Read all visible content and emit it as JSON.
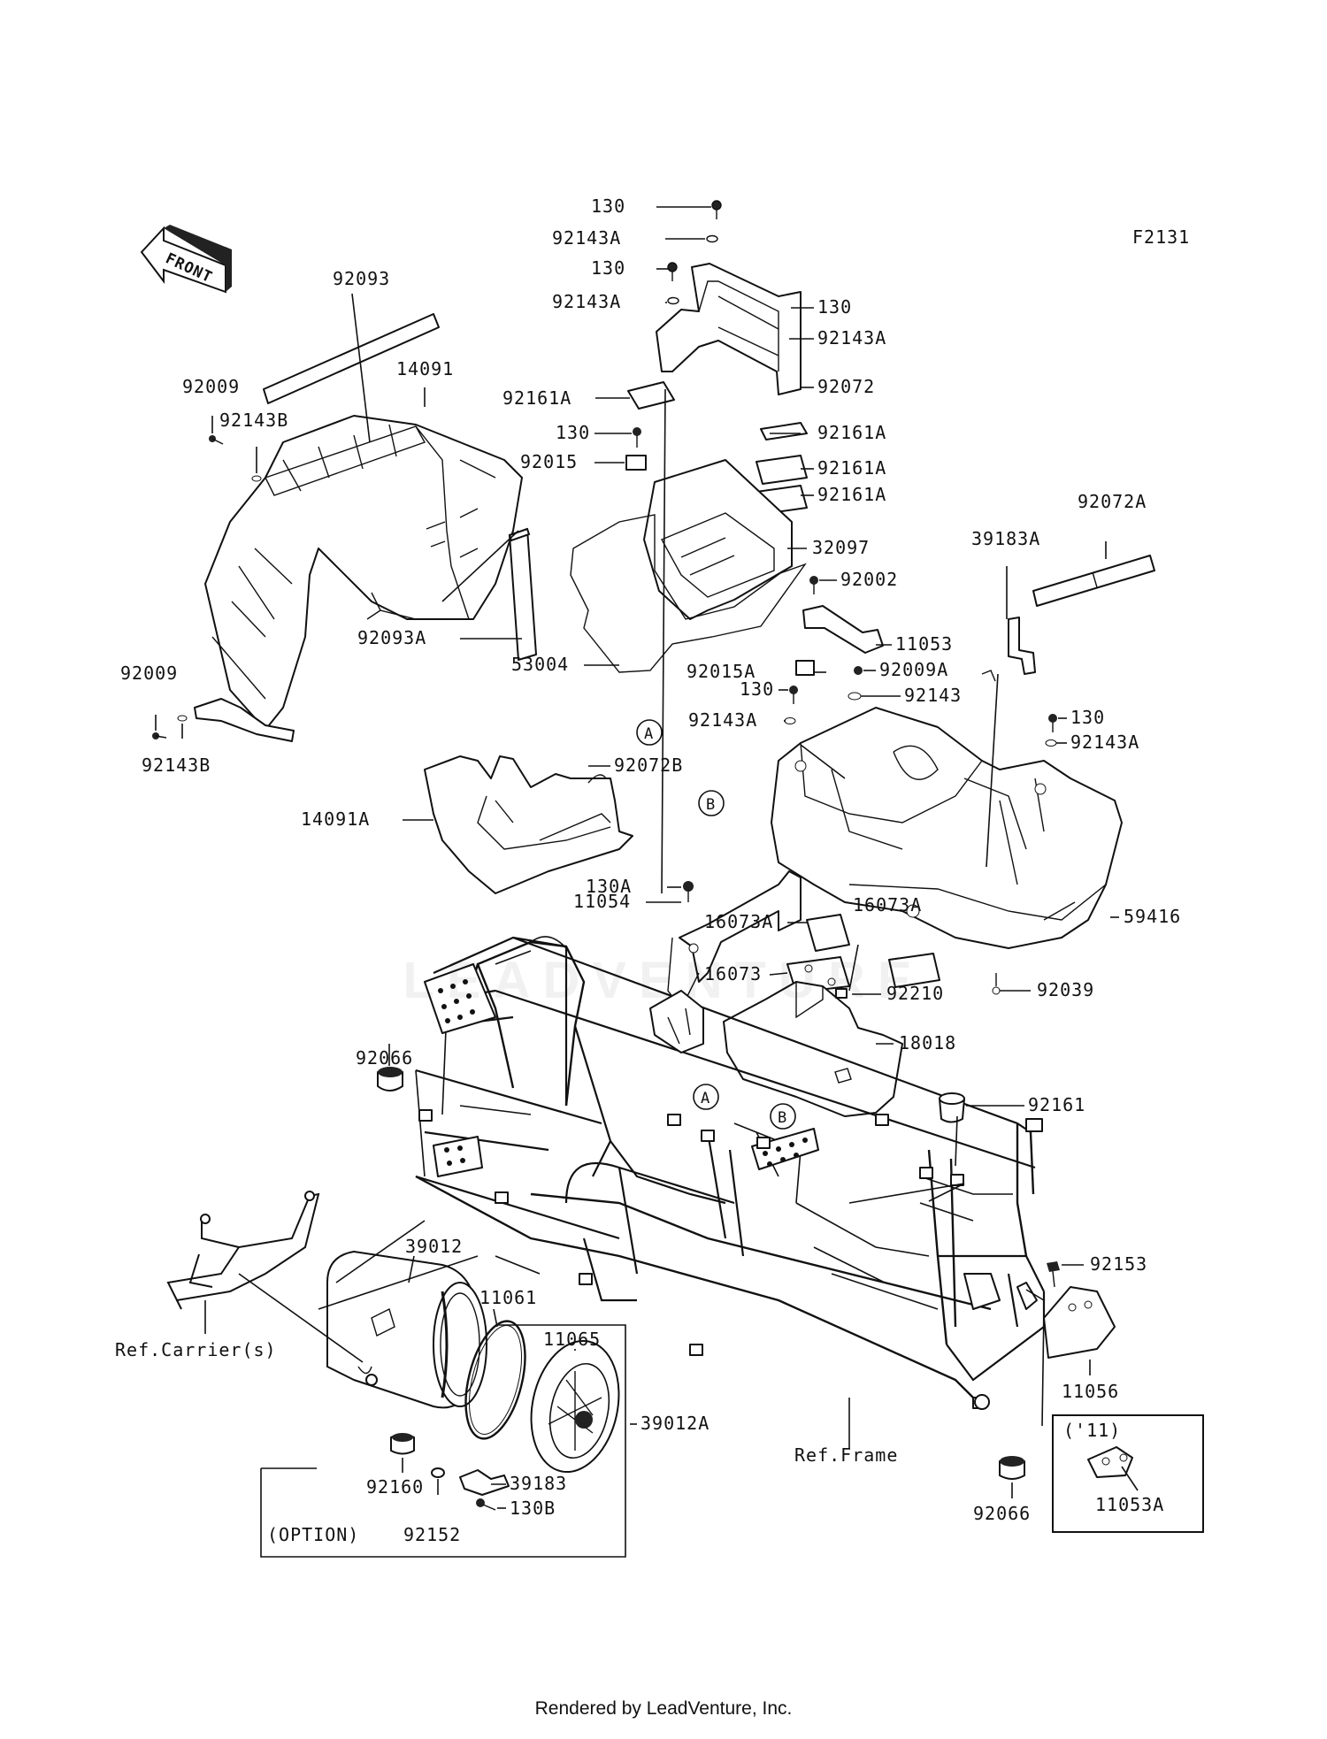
{
  "diagram": {
    "code": "F2131",
    "front_arrow": "FRONT",
    "watermark": "LEADVENTURE",
    "footer": "Rendered by LeadVenture, Inc.",
    "callouts": {
      "a_top": "A",
      "b_top": "B",
      "a_frame": "A",
      "b_frame": "B"
    },
    "labels": [
      "130",
      "92143A",
      "130",
      "92143A",
      "130",
      "92143A",
      "92072",
      "92161A",
      "130",
      "92161A",
      "92015",
      "92161A",
      "92161A",
      "32097",
      "53004",
      "92002",
      "11053",
      "92015A",
      "92009A",
      "130",
      "92143",
      "92143A",
      "130",
      "92143A",
      "92072A",
      "39183A",
      "92093",
      "14091",
      "92009",
      "92143B",
      "92093A",
      "92009",
      "92143B",
      "14091A",
      "92072B",
      "130A",
      "11054",
      "16073A",
      "16073A",
      "16073",
      "59416",
      "92039",
      "92210",
      "18018",
      "92066",
      "92161",
      "39012",
      "11061",
      "11065",
      "Ref.Carrier(s)",
      "39012A",
      "92160",
      "39183",
      "130B",
      "92152",
      "(OPTION)",
      "Ref.Frame",
      "92066",
      "92153",
      "11056",
      "('11)",
      "11053A"
    ]
  }
}
